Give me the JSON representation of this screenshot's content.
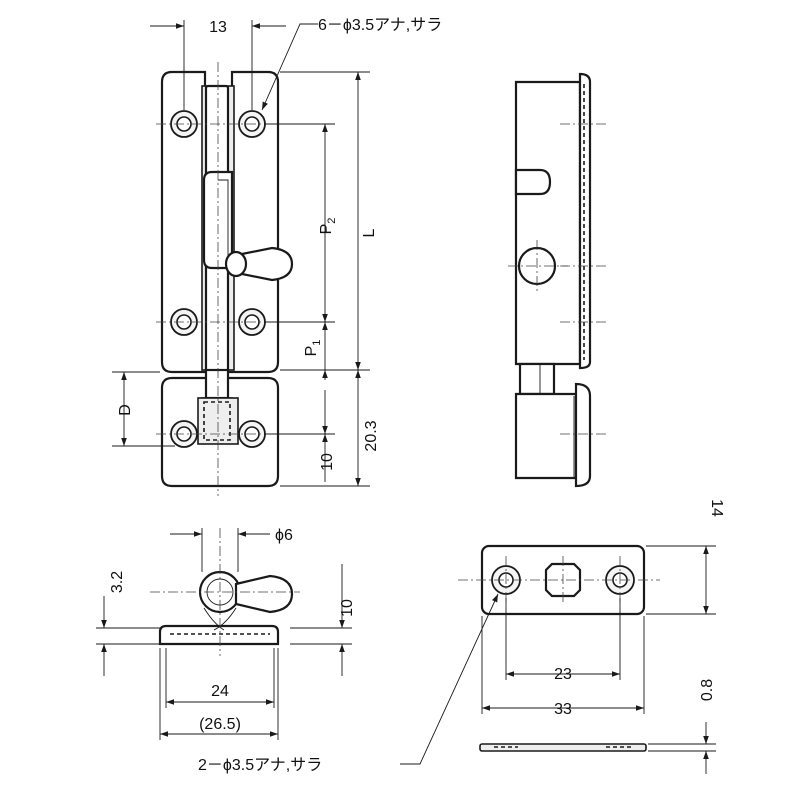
{
  "labels": {
    "dim_13": "13",
    "holes_top": "6－ϕ3.5アナ,サラ",
    "dim_P2": "P",
    "dim_P2_sub": "2",
    "dim_L": "L",
    "dim_P1": "P",
    "dim_P1_sub": "1",
    "dim_D": "D",
    "dim_10_left": "10",
    "dim_20_3": "20.3",
    "dim_phi6": "ϕ6",
    "dim_3_2": "3.2",
    "dim_10_side": "10",
    "dim_24": "24",
    "dim_26_5": "(26.5)",
    "dim_14": "14",
    "dim_23": "23",
    "dim_33": "33",
    "dim_0_8": "0.8",
    "holes_bottom": "2－ϕ3.5アナ,サラ"
  }
}
